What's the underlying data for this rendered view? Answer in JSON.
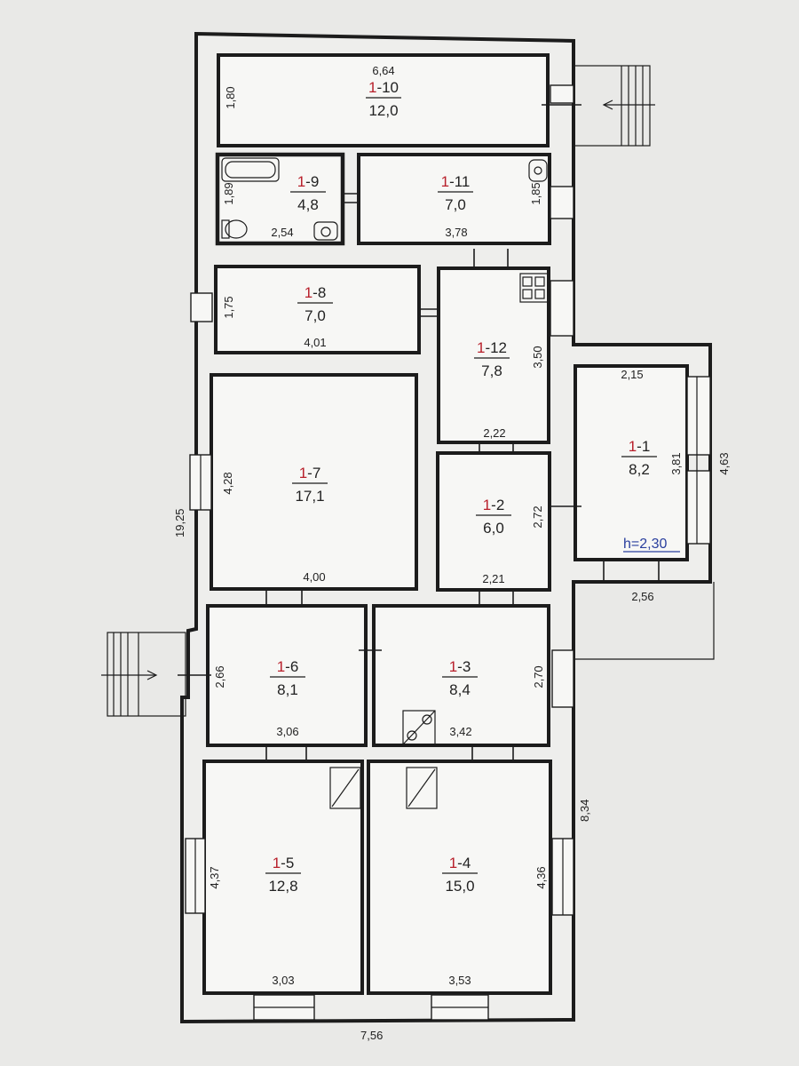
{
  "plan": {
    "total_length": "7,56",
    "total_height": "19,25",
    "right_length": "8,34",
    "ceiling_height": "h=2,30",
    "rooms": [
      {
        "prefix": "1",
        "num": "-10",
        "area": "12,0",
        "dims": [
          "6,64",
          "1,80"
        ]
      },
      {
        "prefix": "1",
        "num": "-9",
        "area": "4,8",
        "dims": [
          "1,89",
          "2,54"
        ]
      },
      {
        "prefix": "1",
        "num": "-11",
        "area": "7,0",
        "dims": [
          "1,85",
          "3,78"
        ]
      },
      {
        "prefix": "1",
        "num": "-8",
        "area": "7,0",
        "dims": [
          "1,75",
          "4,01"
        ]
      },
      {
        "prefix": "1",
        "num": "-12",
        "area": "7,8",
        "dims": [
          "3,50",
          "2,22"
        ]
      },
      {
        "prefix": "1",
        "num": "-1",
        "area": "8,2",
        "dims": [
          "2,15",
          "3,81",
          "4,63",
          "2,56"
        ]
      },
      {
        "prefix": "1",
        "num": "-7",
        "area": "17,1",
        "dims": [
          "4,28",
          "4,00"
        ]
      },
      {
        "prefix": "1",
        "num": "-2",
        "area": "6,0",
        "dims": [
          "2,72",
          "2,21"
        ]
      },
      {
        "prefix": "1",
        "num": "-6",
        "area": "8,1",
        "dims": [
          "2,66",
          "3,06"
        ]
      },
      {
        "prefix": "1",
        "num": "-3",
        "area": "8,4",
        "dims": [
          "2,70",
          "3,42"
        ]
      },
      {
        "prefix": "1",
        "num": "-5",
        "area": "12,8",
        "dims": [
          "4,37",
          "3,03"
        ]
      },
      {
        "prefix": "1",
        "num": "-4",
        "area": "15,0",
        "dims": [
          "4,36",
          "3,53"
        ]
      }
    ]
  },
  "colors": {
    "room_number_prefix": "#b8202b",
    "height_note": "#2a3f9e",
    "lines": "#1c1c1c"
  }
}
